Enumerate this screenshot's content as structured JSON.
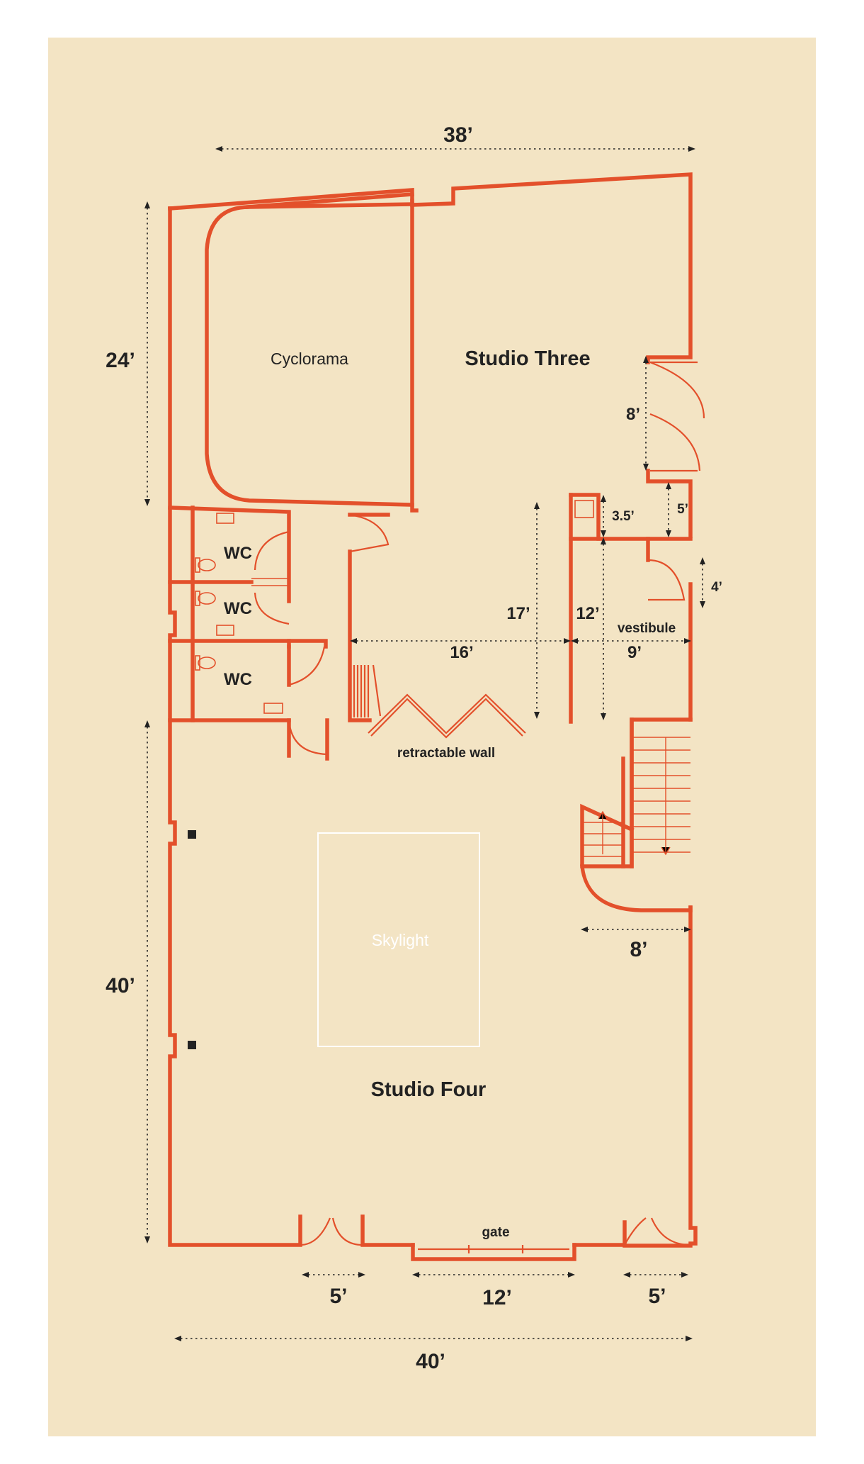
{
  "colors": {
    "background": "#f3e4c4",
    "wall": "#e3502b",
    "text": "#222222",
    "skylight": "#ffffff"
  },
  "rooms": {
    "studio_three": "Studio Three",
    "studio_four": "Studio Four",
    "cyclorama": "Cyclorama",
    "wc": [
      "WC",
      "WC",
      "WC"
    ],
    "vestibule": "vestibule",
    "skylight": "Skylight",
    "retractable_wall": "retractable wall",
    "gate": "gate"
  },
  "dimensions": {
    "top_width": "38’",
    "upper_height": "24’",
    "lower_height": "40’",
    "door_8": "8’",
    "niche_5": "5’",
    "closet_3_5": "3.5’",
    "door_4": "4’",
    "corridor_17": "17’",
    "corridor_12": "12’",
    "width_16": "16’",
    "vestibule_9": "9’",
    "stair_8": "8’",
    "bottom_door_left": "5’",
    "bottom_gate": "12’",
    "bottom_door_right": "5’",
    "bottom_width": "40’"
  }
}
